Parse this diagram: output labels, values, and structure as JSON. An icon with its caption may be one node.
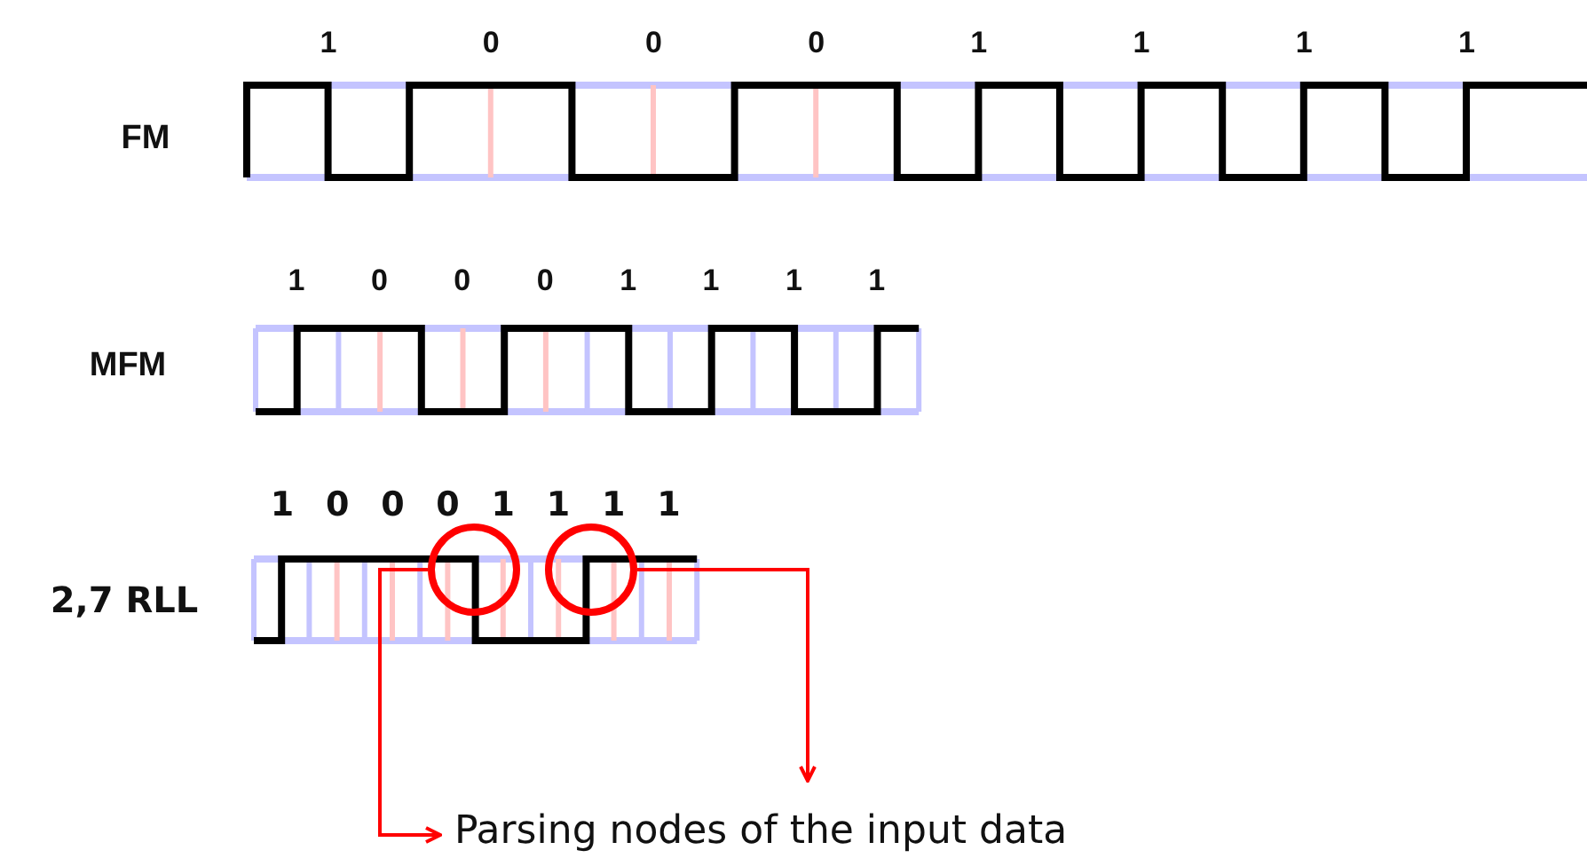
{
  "diagram": {
    "nodes": [
      {
        "text": [],
        "shape": "circle"
      },
      {
        "text": [],
        "shape": "circle"
      },
      {
        "text": [
          "Parsing nodes of the input data"
        ]
      }
    ],
    "edges": [
      {
        "from": 0,
        "to": 2,
        "arrow": "to"
      },
      {
        "from": 1,
        "to": 2,
        "arrow": "to"
      }
    ],
    "labels": [
      "1",
      "0",
      "0",
      "0",
      "1",
      "1",
      "1",
      "1",
      "FM",
      "1",
      "0",
      "0",
      "0",
      "1",
      "1",
      "1",
      "1",
      "MFM",
      "1",
      "0",
      "0",
      "0",
      "1",
      "1",
      "1",
      "1",
      "2,7 RLL"
    ]
  }
}
